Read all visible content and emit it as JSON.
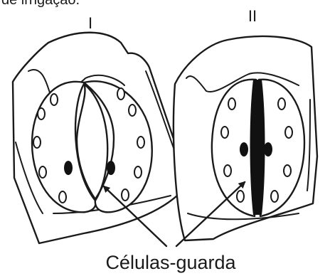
{
  "header_fragment": "de irrigação.",
  "panels": [
    {
      "label": "I",
      "state": "open"
    },
    {
      "label": "II",
      "state": "closed"
    }
  ],
  "caption": "Células-guarda"
}
